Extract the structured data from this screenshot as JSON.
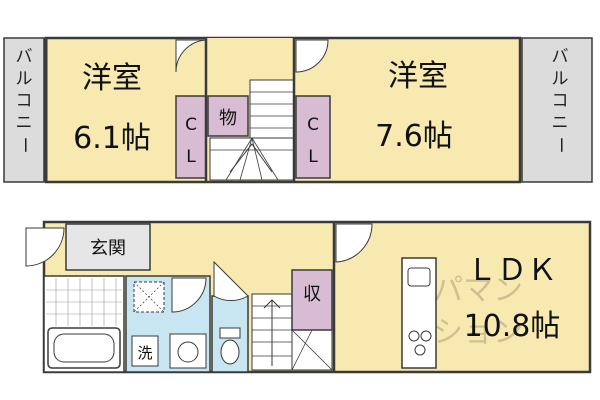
{
  "upper_floor": {
    "bedroom_left": {
      "name": "洋室",
      "size": "6.1帖"
    },
    "bedroom_right": {
      "name": "洋室",
      "size": "7.6帖"
    },
    "closet_left": {
      "c": "C",
      "l": "L"
    },
    "closet_right": {
      "c": "C",
      "l": "L"
    },
    "storage": "物",
    "balcony_left": [
      "バ",
      "ル",
      "コ",
      "ニ",
      "ー"
    ],
    "balcony_right": [
      "バ",
      "ル",
      "コ",
      "ニ",
      "ー"
    ]
  },
  "lower_floor": {
    "entrance": "玄関",
    "ldk": {
      "name": "ＬＤＫ",
      "size": "10.8帖"
    },
    "storage": "収",
    "washer": "洗"
  },
  "watermark": {
    "line1": "パマン",
    "line2": "ション"
  },
  "colors": {
    "room": "#f7e9b0",
    "closet": "#d8bcd3",
    "bath": "#c8e6f2",
    "balcony": "#dcdcdc",
    "floor_gray": "#e6e6e6",
    "wall": "#3a3a3a"
  }
}
